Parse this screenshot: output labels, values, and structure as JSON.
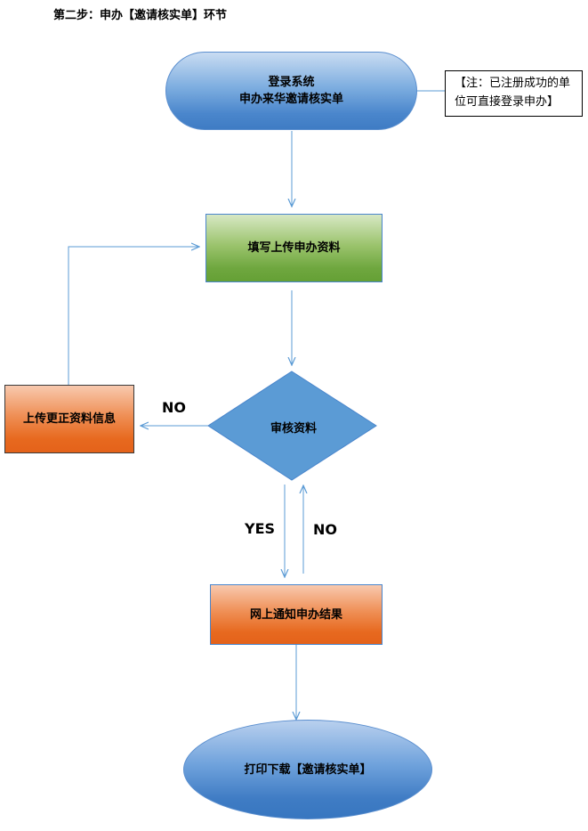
{
  "title": "第二步：申办【邀请核实单】环节",
  "nodes": {
    "start_line1": "登录系统",
    "start_line2": "申办来华邀请核实单",
    "note": "【注：已注册成功的单位可直接登录申办】",
    "fill_upload": "填写上传申办资料",
    "review": "审核资料",
    "correct": "上传更正资料信息",
    "notify": "网上通知申办结果",
    "print": "打印下载【邀请核实单】"
  },
  "edges": {
    "no_left": "NO",
    "yes": "YES",
    "no_back": "NO"
  },
  "colors": {
    "connector": "#5b9bd5",
    "diamond": "#5b9bd5"
  }
}
